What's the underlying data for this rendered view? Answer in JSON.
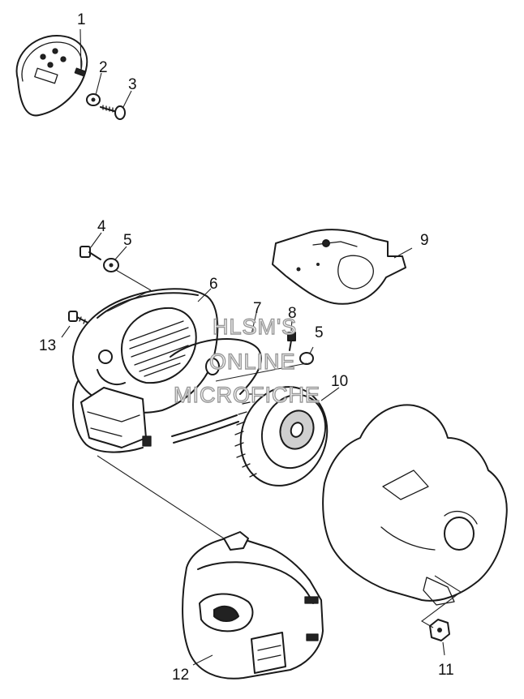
{
  "callouts": [
    {
      "id": "c1",
      "label": "1"
    },
    {
      "id": "c2",
      "label": "2"
    },
    {
      "id": "c3",
      "label": "3"
    },
    {
      "id": "c4",
      "label": "4"
    },
    {
      "id": "c5a",
      "label": "5"
    },
    {
      "id": "c6",
      "label": "6"
    },
    {
      "id": "c7",
      "label": "7"
    },
    {
      "id": "c8",
      "label": "8"
    },
    {
      "id": "c5b",
      "label": "5"
    },
    {
      "id": "c9",
      "label": "9"
    },
    {
      "id": "c10",
      "label": "10"
    },
    {
      "id": "c11",
      "label": "11"
    },
    {
      "id": "c12",
      "label": "12"
    },
    {
      "id": "c13",
      "label": "13"
    }
  ],
  "watermark": {
    "line1": "HLSM'S",
    "line2": "ONLINE",
    "line3": "MICROFICHE"
  }
}
